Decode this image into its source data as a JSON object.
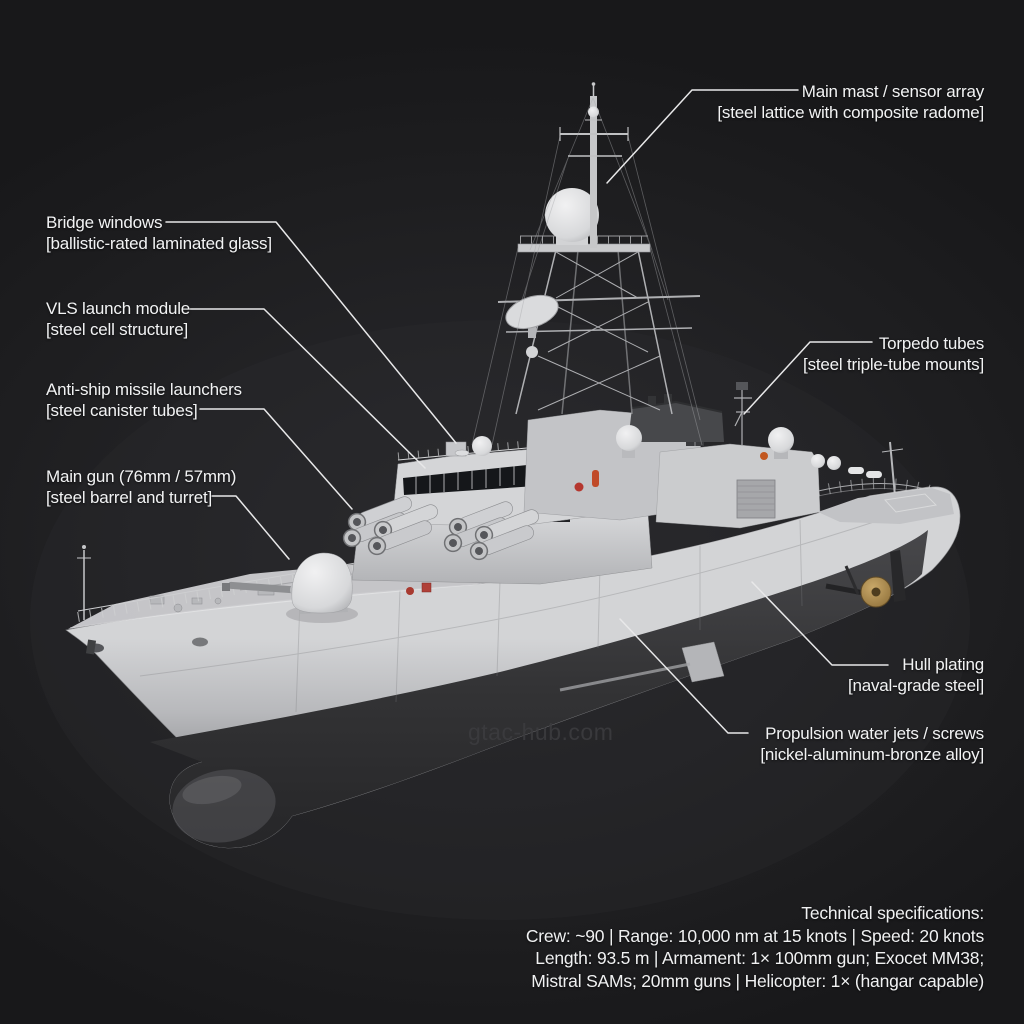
{
  "callouts": {
    "main_mast": {
      "title": "Main mast / sensor array",
      "detail": "[steel lattice with composite radome]"
    },
    "bridge_windows": {
      "title": "Bridge windows",
      "detail": "[ballistic-rated laminated glass]"
    },
    "vls": {
      "title": "VLS launch module",
      "detail": "[steel cell structure]"
    },
    "anti_ship": {
      "title": "Anti-ship missile launchers",
      "detail": "[steel canister tubes]"
    },
    "main_gun": {
      "title": "Main gun (76mm / 57mm)",
      "detail": "[steel barrel and turret]"
    },
    "torpedo_tubes": {
      "title": "Torpedo tubes",
      "detail": "[steel triple-tube mounts]"
    },
    "hull_plating": {
      "title": "Hull plating",
      "detail": "[naval-grade steel]"
    },
    "propulsion": {
      "title": "Propulsion water jets / screws",
      "detail": "[nickel-aluminum-bronze alloy]"
    }
  },
  "specs": {
    "heading": "Technical specifications:",
    "lines": [
      "Crew: ~90 | Range: 10,000 nm at 15 knots | Speed: 20 knots",
      "Length: 93.5 m | Armament: 1× 100mm gun; Exocet MM38;",
      "Mistral SAMs; 20mm guns | Helicopter: 1× (hangar capable)"
    ]
  },
  "watermark": "gtac-hub.com",
  "colors": {
    "background": "#1e1e20",
    "label_text": "#f2f3f4",
    "leader_line": "#e8e8e9",
    "hull_light": "#c7c8cb",
    "hull_dark": "#38383b",
    "superstructure": "#d2d3d6",
    "windows": "#15171a",
    "propeller_bronze": "#a8874f",
    "watermark": "#3c3c3f"
  },
  "subject": "annotated warship profile render"
}
